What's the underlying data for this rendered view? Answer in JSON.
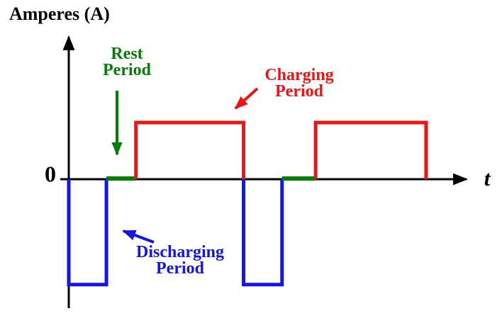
{
  "title": "Amperes (A)",
  "colors": {
    "charge": "#ee1414",
    "discharge": "#1414ee",
    "rest": "#008000",
    "axis": "#000000"
  },
  "axis": {
    "y_label": "Amperes (A)",
    "x_label": "t",
    "origin_label": "0"
  },
  "annotations": {
    "rest": {
      "label": "Rest\nPeriod"
    },
    "charge": {
      "label": "Charging\nPeriod"
    },
    "discharge": {
      "label": "Discharging\nPeriod"
    }
  },
  "chart_data": {
    "type": "line",
    "subtype": "step-pulse-waveform",
    "title": "Amperes (A)",
    "xlabel": "t",
    "ylabel": "Amperes (A)",
    "x_axis": {
      "ticks": "none",
      "units": "arbitrary time units"
    },
    "y_axis": {
      "ticks": [
        "0"
      ],
      "charge_amplitude": 1,
      "discharge_amplitude": -1.86
    },
    "legend_position": "none",
    "grid": false,
    "phases": [
      {
        "phase": "Discharging Period",
        "t_start": 0,
        "t_end": 9.3,
        "current": -1.86,
        "color": "#1414ee"
      },
      {
        "phase": "Rest Period",
        "t_start": 9.3,
        "t_end": 16.6,
        "current": 0,
        "color": "#008000"
      },
      {
        "phase": "Charging Period",
        "t_start": 16.6,
        "t_end": 43.2,
        "current": 1,
        "color": "#ee1414"
      },
      {
        "phase": "Discharging Period",
        "t_start": 43.2,
        "t_end": 52.7,
        "current": -1.86,
        "color": "#1414ee"
      },
      {
        "phase": "Rest Period",
        "t_start": 52.7,
        "t_end": 61.0,
        "current": 0,
        "color": "#008000"
      },
      {
        "phase": "Charging Period",
        "t_start": 61.0,
        "t_end": 88.3,
        "current": 1,
        "color": "#ee1414"
      }
    ]
  }
}
